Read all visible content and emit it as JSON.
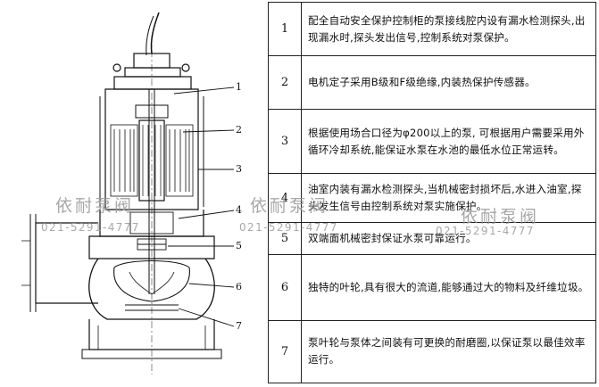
{
  "features": [
    {
      "num": "1",
      "text": "配全自动安全保护控制柜的泵接线腔内设有漏水检测探头,出现漏水时,探头发出信号,控制系统对泵保护。"
    },
    {
      "num": "2",
      "text": "电机定子采用B级和F级绝缘,内装热保护传感器。"
    },
    {
      "num": "3",
      "text": "根据使用场合口径为φ200以上的泵, 可根据用户需要采用外循环冷却系统,能保证水泵在水池的最低水位正常运转。"
    },
    {
      "num": "4",
      "text": "油室内装有漏水检测探头,当机械密封损坏后,水进入油室,探头发生信号由控制系统对泵实施保护。"
    },
    {
      "num": "5",
      "text": "双端面机械密封保证水泵可靠运行。"
    },
    {
      "num": "6",
      "text": "独特的叶轮,具有很大的流道,能够通过大的物料及纤维垃圾。"
    },
    {
      "num": "7",
      "text": "泵叶轮与泵体之间装有可更换的耐磨圈,以保证泵以最佳效率运行。"
    }
  ],
  "callouts": [
    "1",
    "2",
    "3",
    "4",
    "5",
    "6",
    "7"
  ],
  "watermarks": {
    "name": "依耐泵阀",
    "tel": "021-5291-4777"
  }
}
